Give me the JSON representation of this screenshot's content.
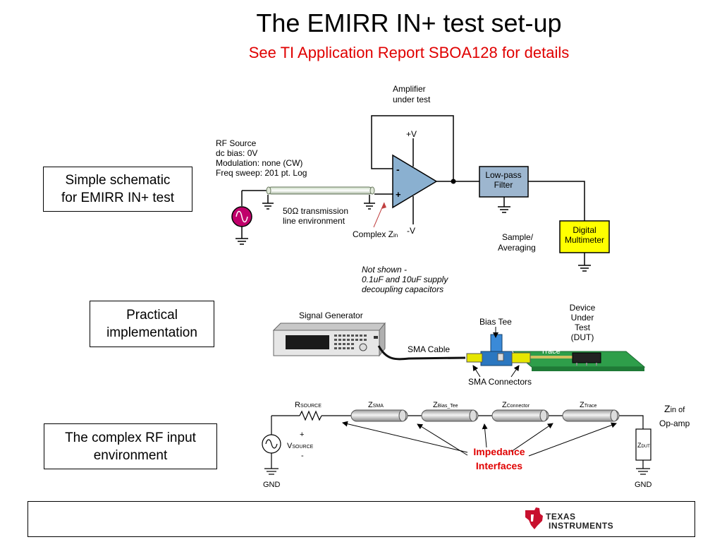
{
  "slide": {
    "title": "The EMIRR IN+ test set-up",
    "subtitle": "See TI Application Report SBOA128 for details",
    "colors": {
      "subtitle": "#e00000",
      "opamp": "#8ab0d0",
      "filter": "#9db6cf",
      "multimeter": "#ffff00",
      "rf_source": "#c0006b",
      "pcb": "#2e9e4a",
      "bias_tee": "#2b77c0",
      "connector": "#e6e600",
      "impedance_label": "#e00000"
    }
  },
  "labels": {
    "simple": [
      "Simple schematic",
      "for EMIRR IN+ test"
    ],
    "practical": [
      "Practical",
      "implementation"
    ],
    "complex": [
      "The complex RF input",
      "environment"
    ]
  },
  "schematic": {
    "amplifier": [
      "Amplifier",
      "under test"
    ],
    "rf_source": [
      "RF Source",
      "dc bias: 0V",
      "Modulation: none (CW)",
      "Freq sweep: 201 pt. Log"
    ],
    "plus_v": "+V",
    "minus_v": "-V",
    "minus_sign": "-",
    "plus_sign": "+",
    "low_pass": [
      "Low-pass",
      "Filter"
    ],
    "digital_mm": [
      "Digital",
      "Multimeter"
    ],
    "tline": [
      "50Ω transmission",
      "line environment"
    ],
    "complex_z": "Complex Z",
    "complex_z_sub": "in",
    "sample": [
      "Sample/",
      "Averaging"
    ],
    "not_shown": [
      "Not shown -",
      "0.1uF and 10uF supply",
      "decoupling capacitors"
    ]
  },
  "practical_setup": {
    "signal_generator": "Signal Generator",
    "bias_tee": "Bias Tee",
    "dut": [
      "Device",
      "Under",
      "Test",
      "(DUT)"
    ],
    "sma_cable": "SMA Cable",
    "trace": "Trace",
    "sma_connectors": "SMA Connectors"
  },
  "rf_environment": {
    "r_source": "R",
    "r_source_sub": "SOURCE",
    "z_sma": "Z",
    "z_sma_sub": "SMA",
    "z_bias": "Z",
    "z_bias_sub": "Bias_Tee",
    "z_conn": "Z",
    "z_conn_sub": "Connector",
    "z_trace": "Z",
    "z_trace_sub": "Trace",
    "zin_big": "Z",
    "zin_rest": "in of",
    "zin_line2": "Op-amp",
    "v_plus": "+",
    "v_source": "V",
    "v_source_sub": "SOURCE",
    "v_minus": "-",
    "z_dut": "Z",
    "z_dut_sub": "DUT",
    "impedance": [
      "Impedance",
      "Interfaces"
    ],
    "gnd_left": "GND",
    "gnd_right": "GND"
  },
  "footer": {
    "company": [
      "Texas",
      "Instruments"
    ],
    "logo_icon": "ti-logo-icon"
  }
}
